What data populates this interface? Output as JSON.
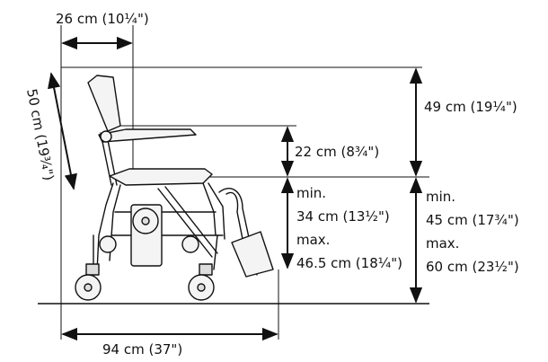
{
  "dimensions": {
    "seat_width": "26 cm (10¼\")",
    "backrest_height": "50 cm (19¾\")",
    "overall_upper_height": "49 cm (19¼\")",
    "armrest_height": "22 cm (8¾\")",
    "seat_height_inner_min_label": "min.",
    "seat_height_inner_min": "34 cm (13½\")",
    "seat_height_inner_max_label": "max.",
    "seat_height_inner_max": "46.5 cm (18¼\")",
    "seat_height_outer_min_label": "min.",
    "seat_height_outer_min": "45 cm (17¾\")",
    "seat_height_outer_max_label": "max.",
    "seat_height_outer_max": "60 cm (23½\")",
    "overall_length": "94 cm (37\")"
  },
  "colors": {
    "line": "#111111",
    "chair_fill": "#f4f4f4"
  }
}
